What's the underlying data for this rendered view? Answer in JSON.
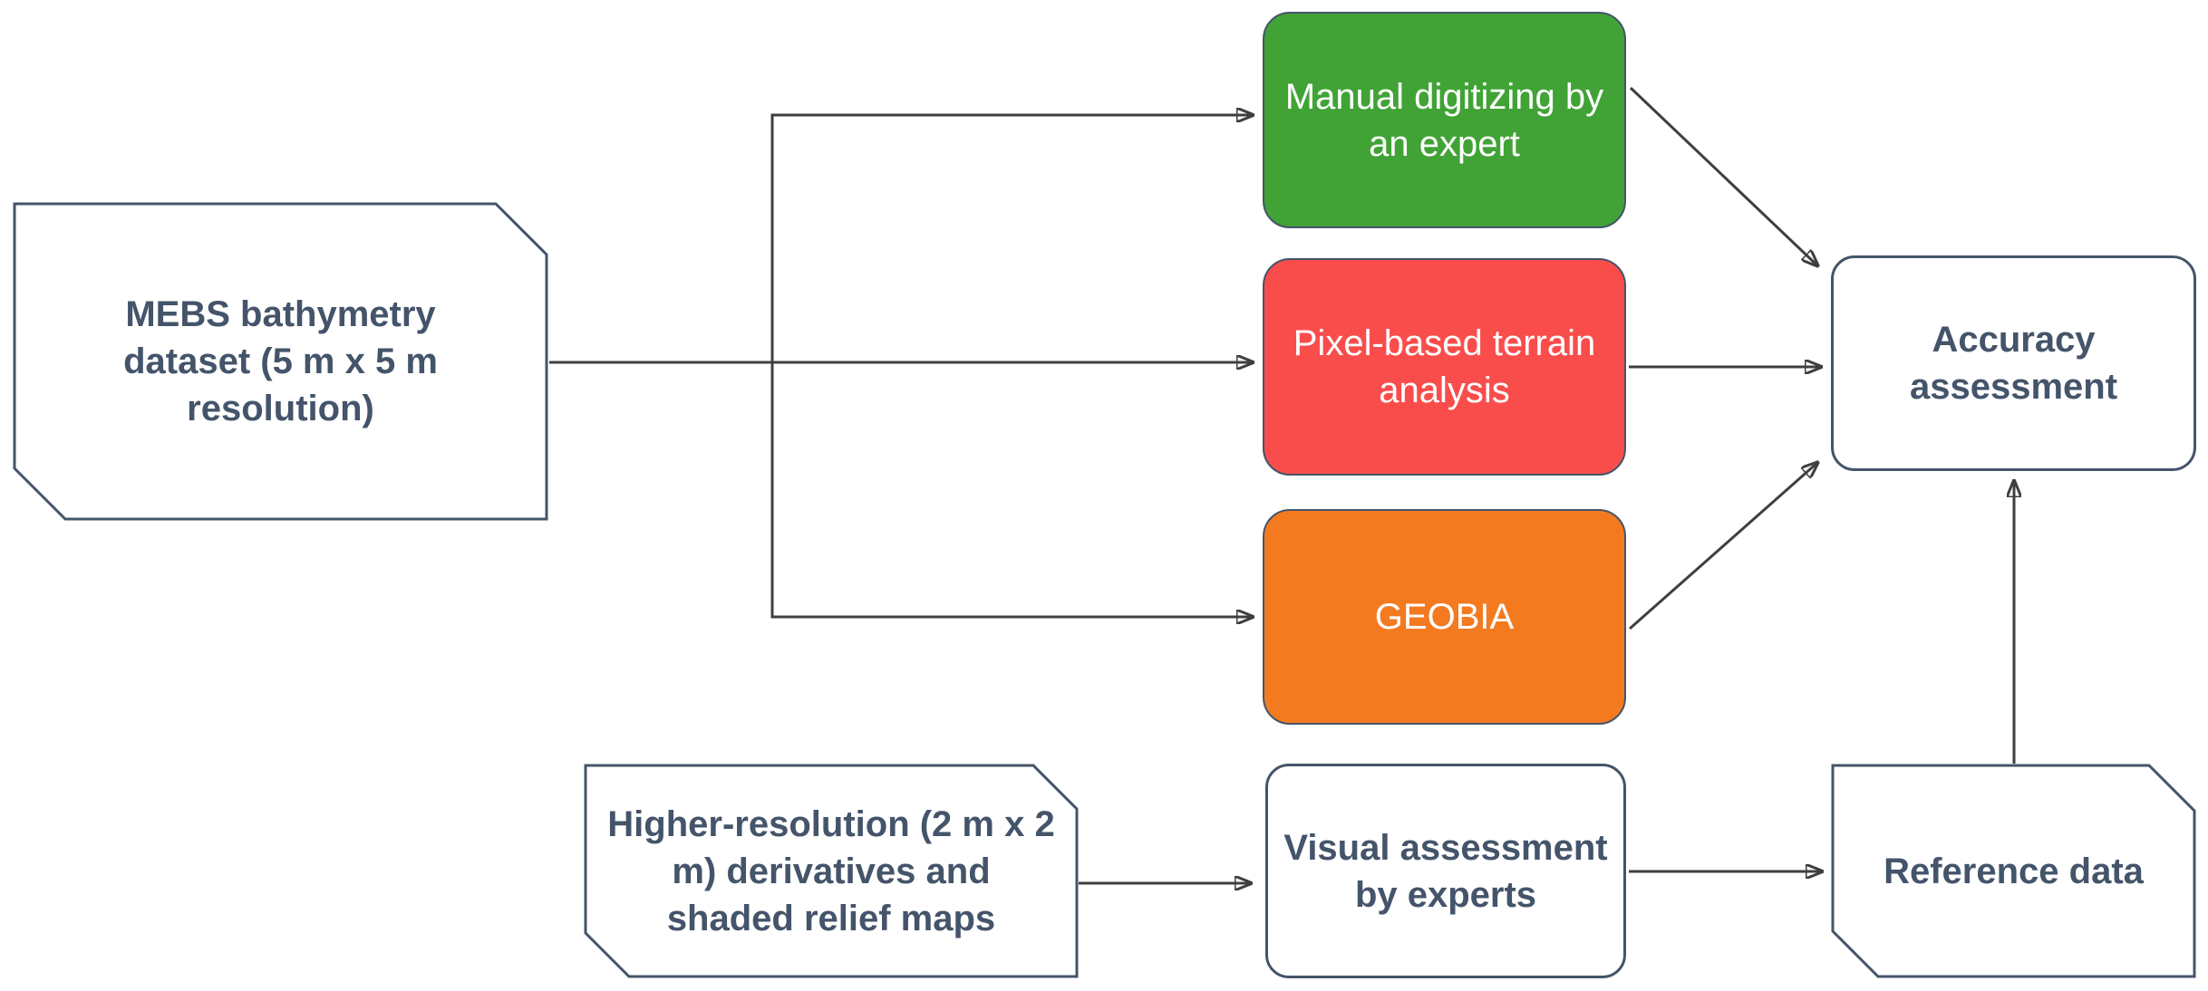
{
  "diagram": {
    "type": "flowchart",
    "background": "#ffffff",
    "nodes": {
      "mebs": {
        "label": "MEBS bathymetry dataset (5 m x 5 m resolution)",
        "shape": "flag-cut-corners",
        "fill": "#ffffff",
        "text_color": "#44546A"
      },
      "manual": {
        "label": "Manual digitizing by an expert",
        "shape": "rounded-rect",
        "fill": "#41A336",
        "text_color": "#ffffff"
      },
      "pixel": {
        "label": "Pixel-based terrain analysis",
        "shape": "rounded-rect",
        "fill": "#F94D4C",
        "text_color": "#ffffff"
      },
      "geobia": {
        "label": "GEOBIA",
        "shape": "rounded-rect",
        "fill": "#F47A20",
        "text_color": "#ffffff"
      },
      "accuracy": {
        "label": "Accuracy assessment",
        "shape": "rounded-rect",
        "fill": "#ffffff",
        "text_color": "#44546A"
      },
      "higherres": {
        "label": "Higher-resolution (2 m x 2 m) derivatives and shaded relief maps",
        "shape": "flag-cut-corners",
        "fill": "#ffffff",
        "text_color": "#44546A"
      },
      "visual": {
        "label": "Visual assessment by experts",
        "shape": "rounded-rect",
        "fill": "#ffffff",
        "text_color": "#44546A"
      },
      "reference": {
        "label": "Reference data",
        "shape": "flag-cut-corners",
        "fill": "#ffffff",
        "text_color": "#44546A"
      }
    },
    "edges": [
      {
        "from": "mebs",
        "to": "manual"
      },
      {
        "from": "mebs",
        "to": "pixel"
      },
      {
        "from": "mebs",
        "to": "geobia"
      },
      {
        "from": "manual",
        "to": "accuracy"
      },
      {
        "from": "pixel",
        "to": "accuracy"
      },
      {
        "from": "geobia",
        "to": "accuracy"
      },
      {
        "from": "higherres",
        "to": "visual"
      },
      {
        "from": "visual",
        "to": "reference"
      },
      {
        "from": "reference",
        "to": "accuracy"
      }
    ],
    "colors": {
      "node_border_navy": "#44546A",
      "connector": "#3f3f3f",
      "green": "#41A336",
      "red": "#F94D4C",
      "orange": "#F47A20"
    }
  }
}
